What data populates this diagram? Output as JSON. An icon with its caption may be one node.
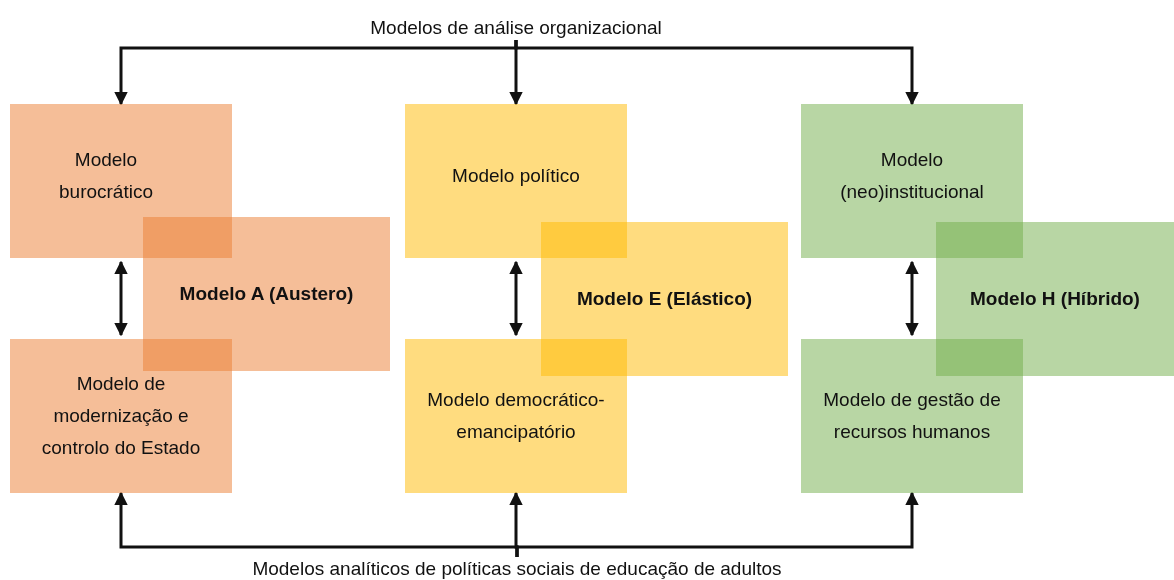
{
  "diagram": {
    "nodes": [
      {
        "text": [
          "Modelos de análise organizacional"
        ]
      },
      {
        "text": [
          "Modelo burocrático"
        ]
      },
      {
        "text": [
          "Modelo A (Austero)"
        ]
      },
      {
        "text": [
          "Modelo de modernização e controlo do Estado"
        ]
      },
      {
        "text": [
          "Modelo político"
        ]
      },
      {
        "text": [
          "Modelo E (Elástico)"
        ]
      },
      {
        "text": [
          "Modelo democrático-emancipatório"
        ]
      },
      {
        "text": [
          "Modelo (neo)institucional"
        ]
      },
      {
        "text": [
          "Modelo H (Híbrido)"
        ]
      },
      {
        "text": [
          "Modelo de gestão de recursos humanos"
        ]
      },
      {
        "text": [
          "Modelos analíticos de políticas sociais de educação de adultos"
        ]
      }
    ],
    "edges": [
      {
        "from": 0,
        "to": 1,
        "arrow": "to"
      },
      {
        "from": 0,
        "to": 4,
        "arrow": "to"
      },
      {
        "from": 0,
        "to": 7,
        "arrow": "to"
      },
      {
        "from": 1,
        "to": 3,
        "arrow": "both"
      },
      {
        "from": 4,
        "to": 6,
        "arrow": "both"
      },
      {
        "from": 7,
        "to": 9,
        "arrow": "both"
      },
      {
        "from": 10,
        "to": 3,
        "arrow": "to"
      },
      {
        "from": 10,
        "to": 6,
        "arrow": "to"
      },
      {
        "from": 10,
        "to": 9,
        "arrow": "to"
      }
    ]
  }
}
